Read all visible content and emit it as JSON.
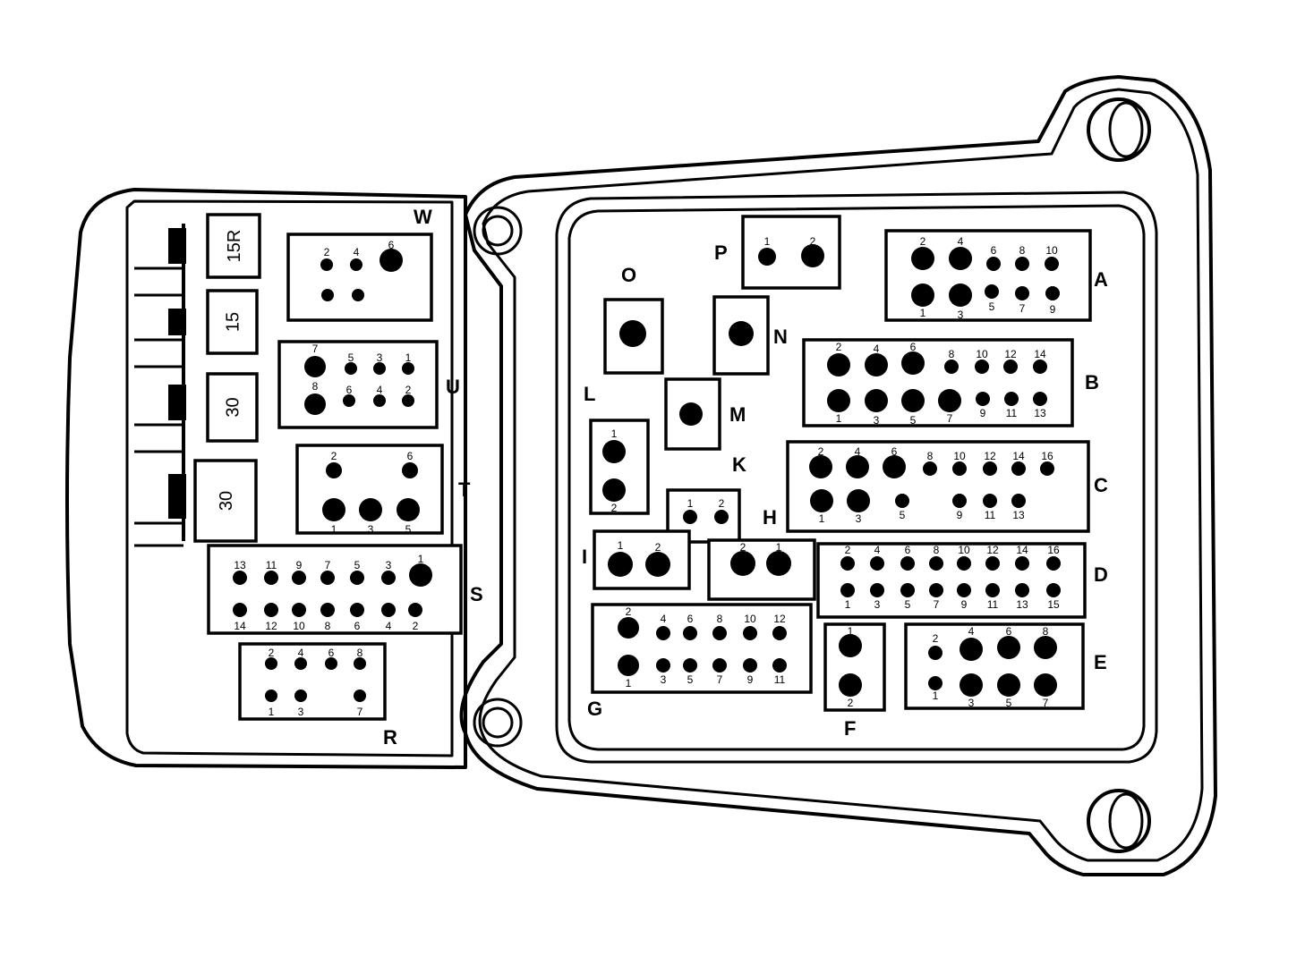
{
  "fuse_labels": [
    "15R",
    "15",
    "30",
    "30"
  ],
  "connectors": [
    {
      "id": "W",
      "pins": [
        {
          "n": "2"
        },
        {
          "n": "4"
        },
        {
          "n": "6"
        },
        {
          "n": ""
        },
        {
          "n": ""
        }
      ]
    },
    {
      "id": "U",
      "pins": [
        {
          "n": "7"
        },
        {
          "n": "5"
        },
        {
          "n": "3"
        },
        {
          "n": "1"
        },
        {
          "n": "8"
        },
        {
          "n": "6"
        },
        {
          "n": "4"
        },
        {
          "n": "2"
        }
      ]
    },
    {
      "id": "T",
      "pins": [
        {
          "n": "2"
        },
        {
          "n": "6"
        },
        {
          "n": "1"
        },
        {
          "n": "3"
        },
        {
          "n": "5"
        }
      ]
    },
    {
      "id": "S",
      "pins": [
        {
          "n": "13"
        },
        {
          "n": "11"
        },
        {
          "n": "9"
        },
        {
          "n": "7"
        },
        {
          "n": "5"
        },
        {
          "n": "3"
        },
        {
          "n": "1"
        },
        {
          "n": "14"
        },
        {
          "n": "12"
        },
        {
          "n": "10"
        },
        {
          "n": "8"
        },
        {
          "n": "6"
        },
        {
          "n": "4"
        },
        {
          "n": "2"
        }
      ]
    },
    {
      "id": "R",
      "pins": [
        {
          "n": "2"
        },
        {
          "n": "4"
        },
        {
          "n": "6"
        },
        {
          "n": "8"
        },
        {
          "n": "1"
        },
        {
          "n": "3"
        },
        {
          "n": "7"
        }
      ]
    },
    {
      "id": "P",
      "pins": [
        {
          "n": "1"
        },
        {
          "n": "2"
        }
      ]
    },
    {
      "id": "O",
      "pins": [
        {
          "n": ""
        }
      ]
    },
    {
      "id": "N",
      "pins": [
        {
          "n": ""
        }
      ]
    },
    {
      "id": "M",
      "pins": [
        {
          "n": ""
        }
      ]
    },
    {
      "id": "L",
      "pins": [
        {
          "n": "1"
        },
        {
          "n": "2"
        }
      ]
    },
    {
      "id": "K",
      "pins": [
        {
          "n": "1"
        },
        {
          "n": "2"
        }
      ]
    },
    {
      "id": "I",
      "pins": [
        {
          "n": "1"
        },
        {
          "n": "2"
        }
      ]
    },
    {
      "id": "H",
      "pins": [
        {
          "n": "2"
        },
        {
          "n": "1"
        }
      ]
    },
    {
      "id": "A",
      "pins": [
        {
          "n": "2"
        },
        {
          "n": "4"
        },
        {
          "n": "6"
        },
        {
          "n": "8"
        },
        {
          "n": "10"
        },
        {
          "n": "1"
        },
        {
          "n": "3"
        },
        {
          "n": "5"
        },
        {
          "n": "7"
        },
        {
          "n": "9"
        }
      ]
    },
    {
      "id": "B",
      "pins": [
        {
          "n": "2"
        },
        {
          "n": "4"
        },
        {
          "n": "6"
        },
        {
          "n": "8"
        },
        {
          "n": "10"
        },
        {
          "n": "12"
        },
        {
          "n": "14"
        },
        {
          "n": "1"
        },
        {
          "n": "3"
        },
        {
          "n": "5"
        },
        {
          "n": "7"
        },
        {
          "n": "9"
        },
        {
          "n": "11"
        },
        {
          "n": "13"
        }
      ]
    },
    {
      "id": "C",
      "pins": [
        {
          "n": "2"
        },
        {
          "n": "4"
        },
        {
          "n": "6"
        },
        {
          "n": "8"
        },
        {
          "n": "10"
        },
        {
          "n": "12"
        },
        {
          "n": "14"
        },
        {
          "n": "16"
        },
        {
          "n": "1"
        },
        {
          "n": "3"
        },
        {
          "n": "5"
        },
        {
          "n": "9"
        },
        {
          "n": "11"
        },
        {
          "n": "13"
        }
      ]
    },
    {
      "id": "D",
      "pins": [
        {
          "n": "2"
        },
        {
          "n": "4"
        },
        {
          "n": "6"
        },
        {
          "n": "8"
        },
        {
          "n": "10"
        },
        {
          "n": "12"
        },
        {
          "n": "14"
        },
        {
          "n": "16"
        },
        {
          "n": "1"
        },
        {
          "n": "3"
        },
        {
          "n": "5"
        },
        {
          "n": "7"
        },
        {
          "n": "9"
        },
        {
          "n": "11"
        },
        {
          "n": "13"
        },
        {
          "n": "15"
        }
      ]
    },
    {
      "id": "G",
      "pins": [
        {
          "n": "2"
        },
        {
          "n": "4"
        },
        {
          "n": "6"
        },
        {
          "n": "8"
        },
        {
          "n": "10"
        },
        {
          "n": "12"
        },
        {
          "n": "1"
        },
        {
          "n": "3"
        },
        {
          "n": "5"
        },
        {
          "n": "7"
        },
        {
          "n": "9"
        },
        {
          "n": "11"
        }
      ]
    },
    {
      "id": "F",
      "pins": [
        {
          "n": "1"
        },
        {
          "n": "2"
        }
      ]
    },
    {
      "id": "E",
      "pins": [
        {
          "n": "2"
        },
        {
          "n": "4"
        },
        {
          "n": "6"
        },
        {
          "n": "8"
        },
        {
          "n": "1"
        },
        {
          "n": "3"
        },
        {
          "n": "5"
        },
        {
          "n": "7"
        }
      ]
    }
  ]
}
